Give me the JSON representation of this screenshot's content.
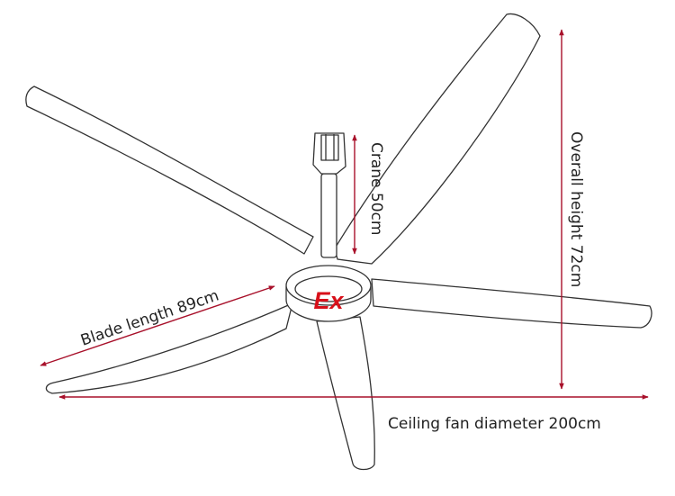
{
  "labels": {
    "blade_length": "Blade length 89cm",
    "crane": "Crane 50cm",
    "overall_height": "Overall height 72cm",
    "diameter": "Ceiling fan diameter 200cm",
    "hub_mark": "Ex"
  },
  "colors": {
    "dimension_arrow": "#a8102a",
    "hub_mark": "#d8101a",
    "outline": "#333333"
  }
}
